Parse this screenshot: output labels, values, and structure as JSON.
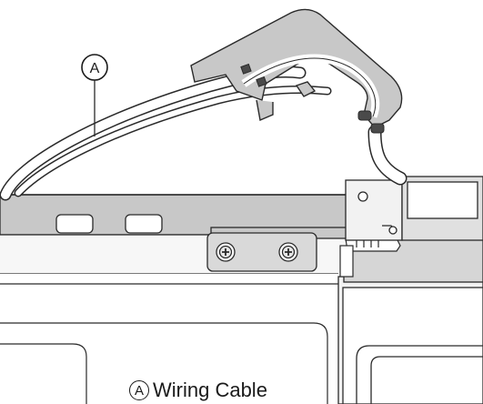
{
  "callout": {
    "letter": "A"
  },
  "caption": {
    "letter": "A",
    "text": "Wiring Cable"
  },
  "colors": {
    "panel_gray": "#c8c8c8",
    "panel_light": "#f2f2f2",
    "outline": "#2a2a2a",
    "cable_fill": "#ffffff",
    "connector_dark": "#4a4a4a"
  }
}
